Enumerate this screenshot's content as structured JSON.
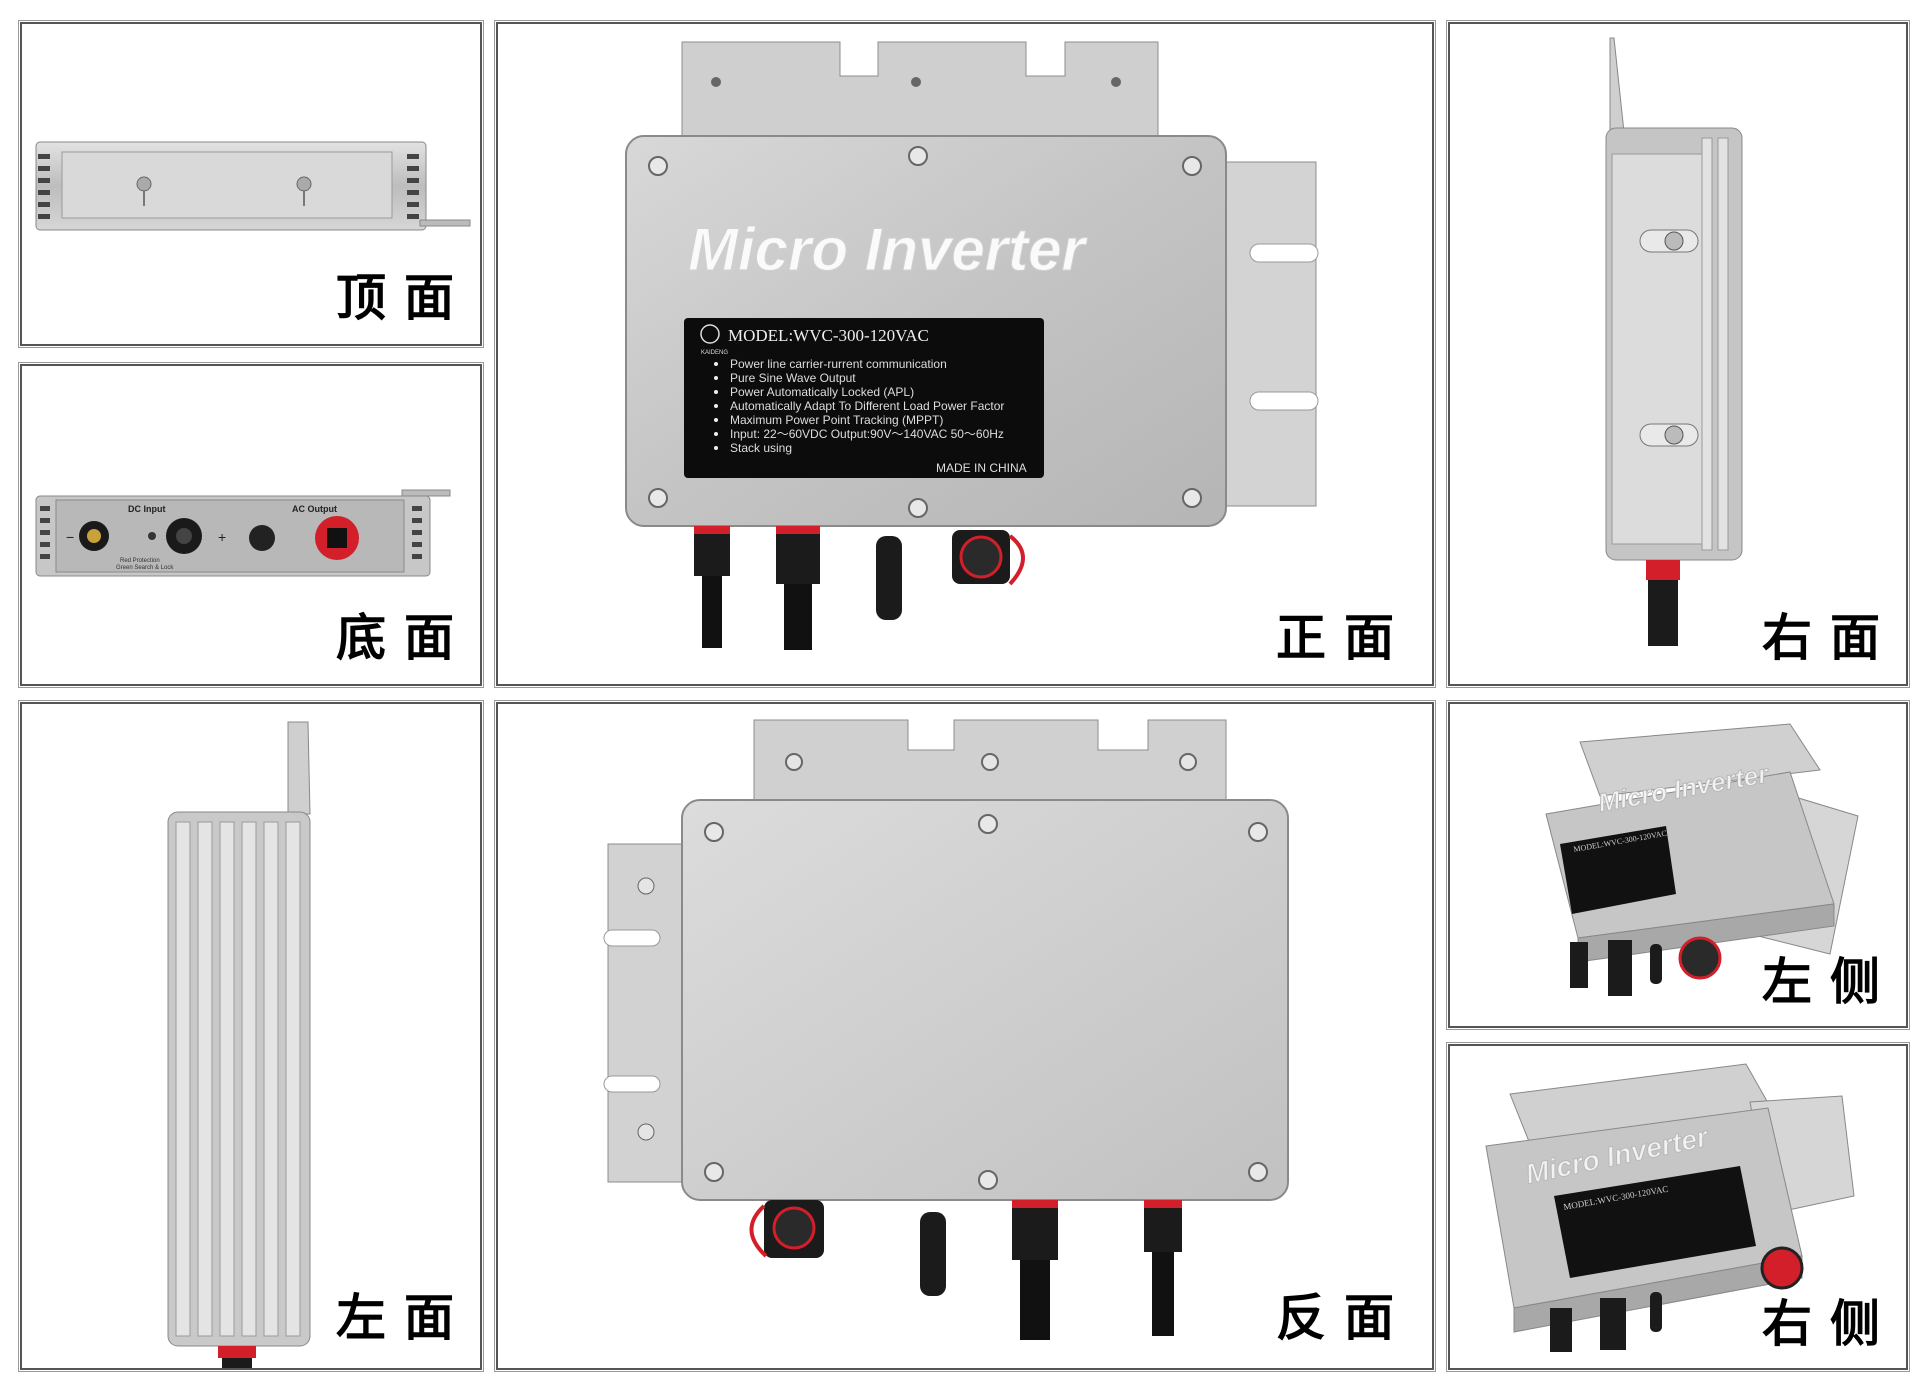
{
  "views": {
    "top": "顶面",
    "bottom": "底面",
    "front": "正面",
    "right_face": "右面",
    "left_face": "左面",
    "back": "反面",
    "left_side": "左侧",
    "right_side": "右侧"
  },
  "product": {
    "title": "Micro Inverter",
    "brand": "KAIDENG",
    "model": "MODEL:WVC-300-120VAC",
    "features": [
      "Power line carrier-rurrent communication",
      "Pure Sine Wave Output",
      "Power Automatically Locked (APL)",
      "Automatically Adapt To Different Load Power Factor",
      "Maximum Power Point Tracking (MPPT)",
      "Input: 22～60VDC    Output:90V～140VAC 50～60Hz",
      "Stack using"
    ],
    "origin": "MADE IN CHINA"
  },
  "bottom_panel": {
    "dc_input": "DC Input",
    "ac_output": "AC Output",
    "minus": "−",
    "plus": "+",
    "note_1": "Red Protection",
    "note_2": "Green Search & Lock"
  },
  "colors": {
    "housing": "#c9c9c9",
    "plate": "#0c0c0c",
    "accent_red": "#d21f2a",
    "frame": "#555555"
  }
}
